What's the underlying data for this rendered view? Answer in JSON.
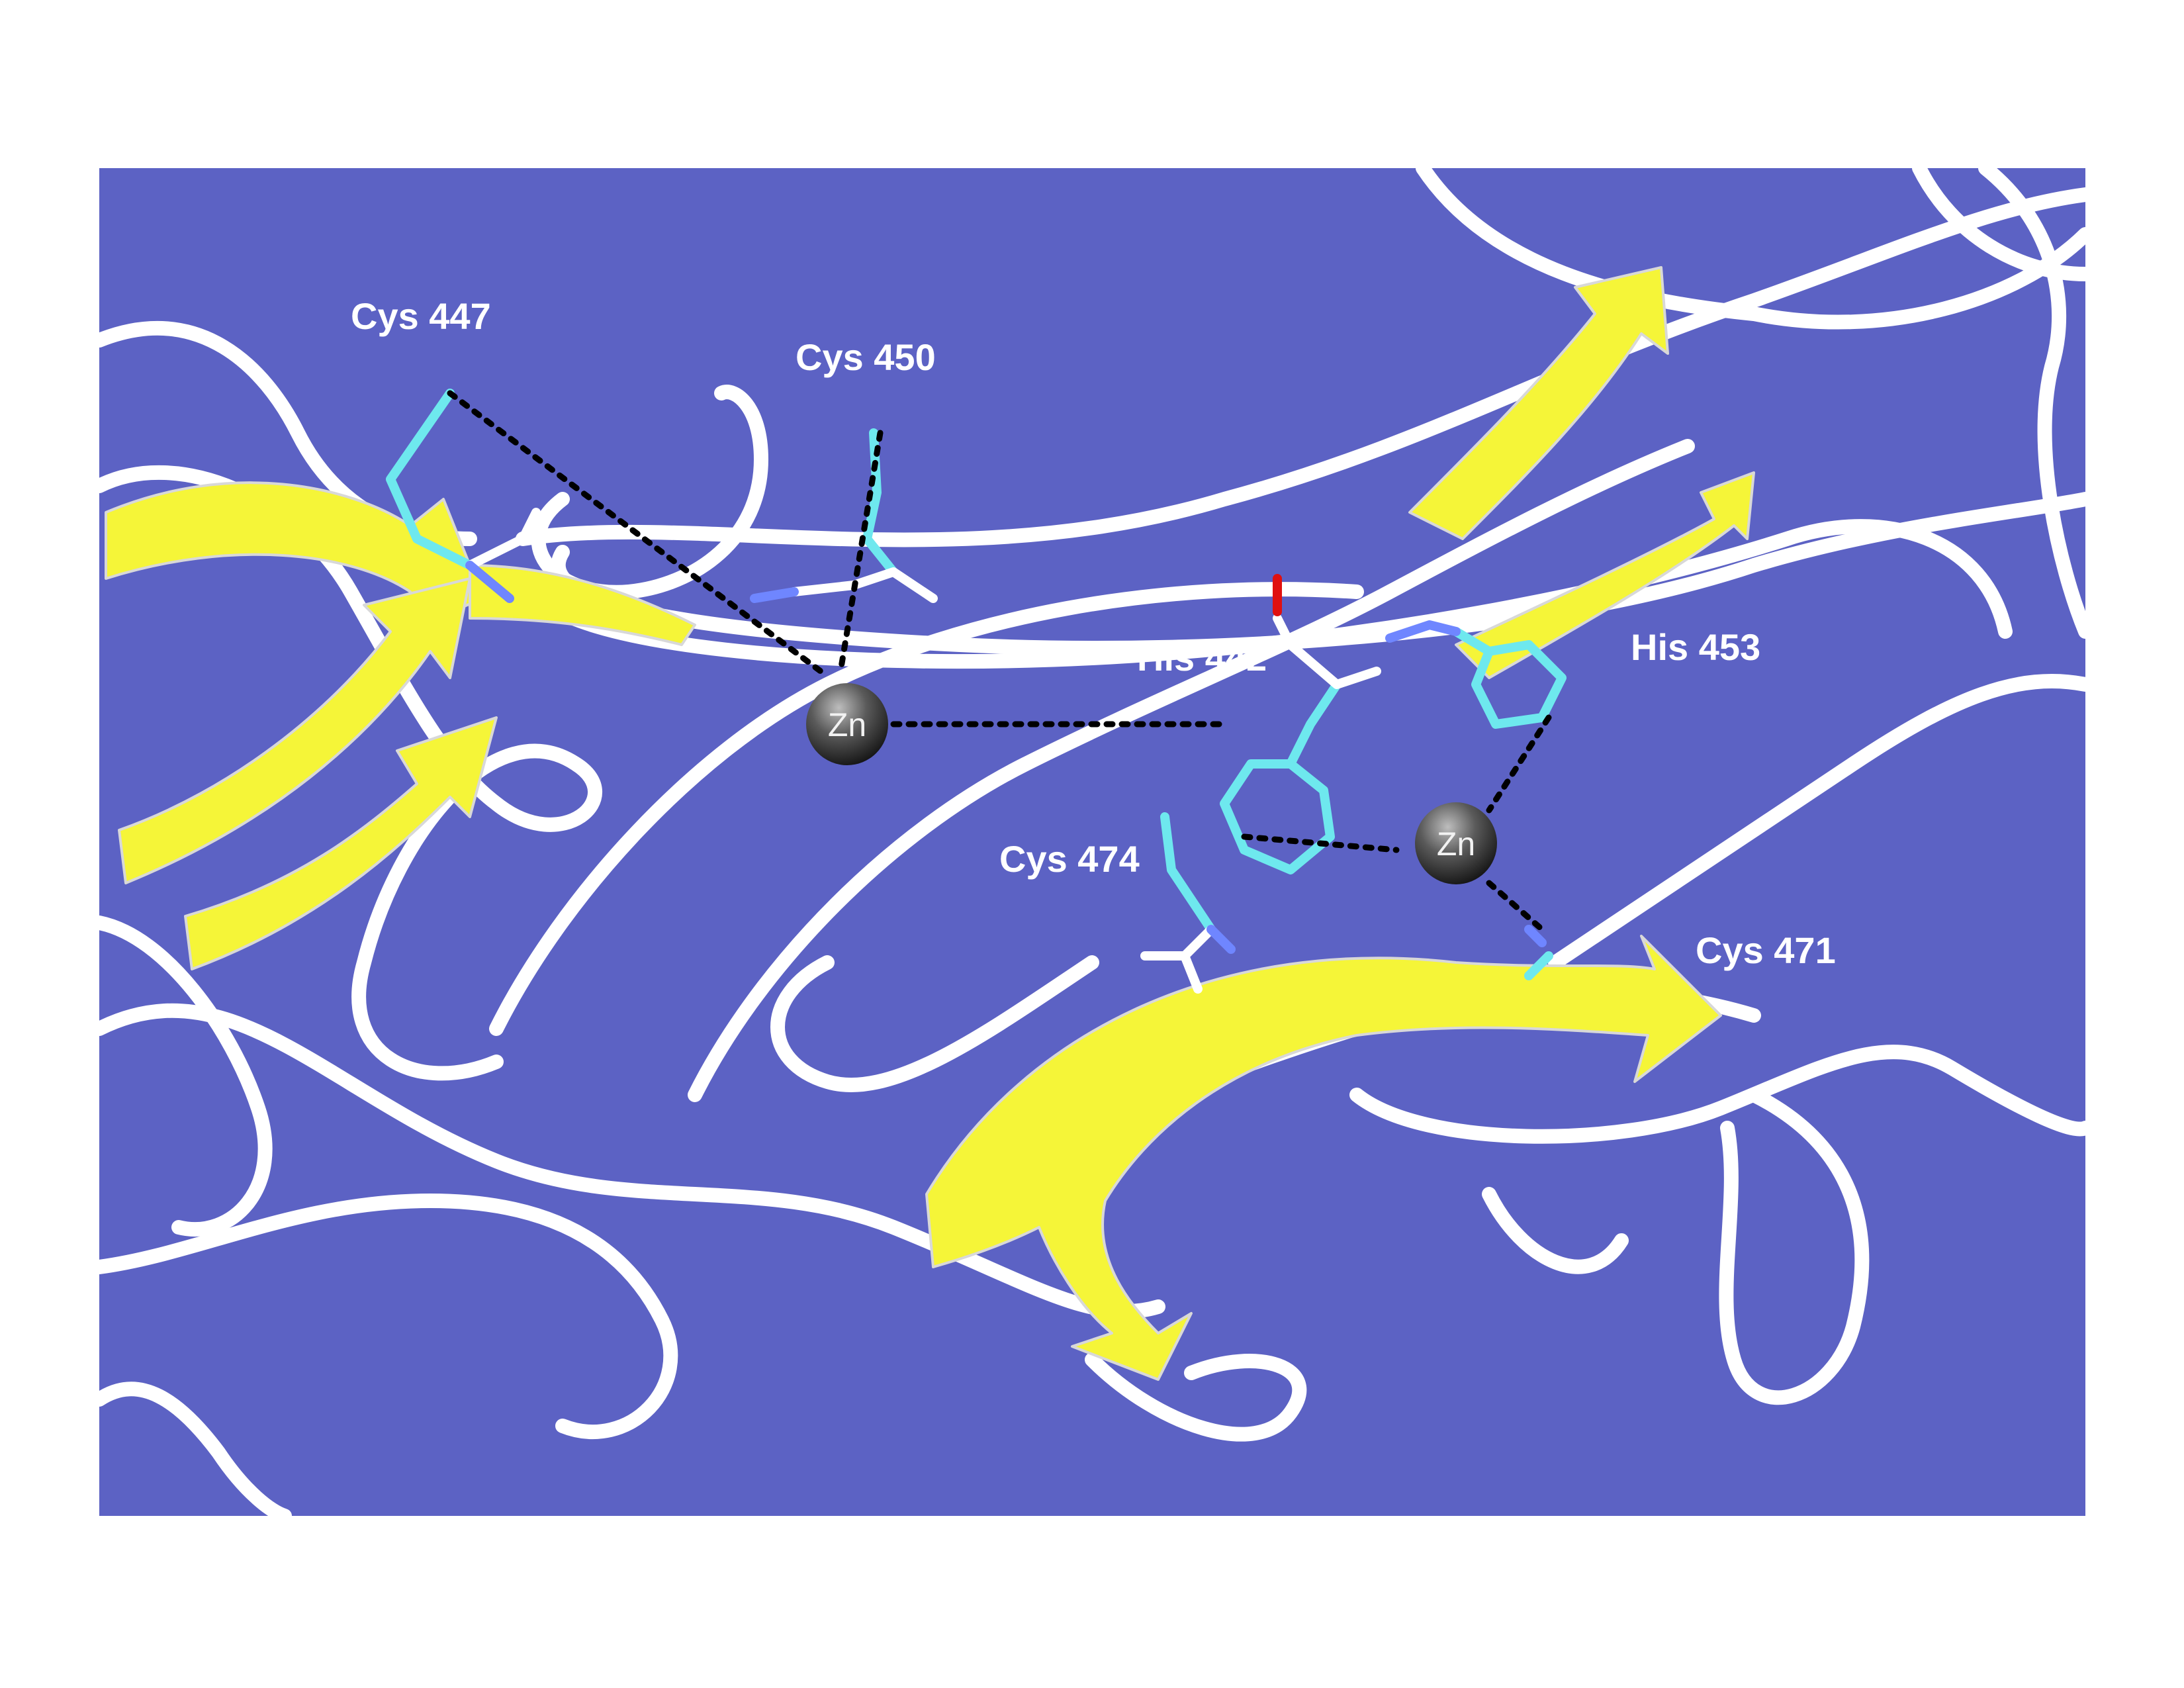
{
  "figure": {
    "background_color": "#5c62c4",
    "ribbon_color": "#ffffff",
    "beta_strand_color": "#f5f538",
    "sidechain_color": "#6ee8ee",
    "nitrogen_color": "#6f86ff",
    "oxygen_color": "#e01010",
    "zinc_color": "#333333",
    "coordination_line_style": "black dotted"
  },
  "residue_labels": {
    "cys447": "Cys 447",
    "cys450": "Cys 450",
    "his442": "His 442",
    "his453": "His 453",
    "cys474": "Cys 474",
    "cys471": "Cys 471"
  },
  "zinc_ions": {
    "zn1": "Zn",
    "zn2": "Zn"
  }
}
